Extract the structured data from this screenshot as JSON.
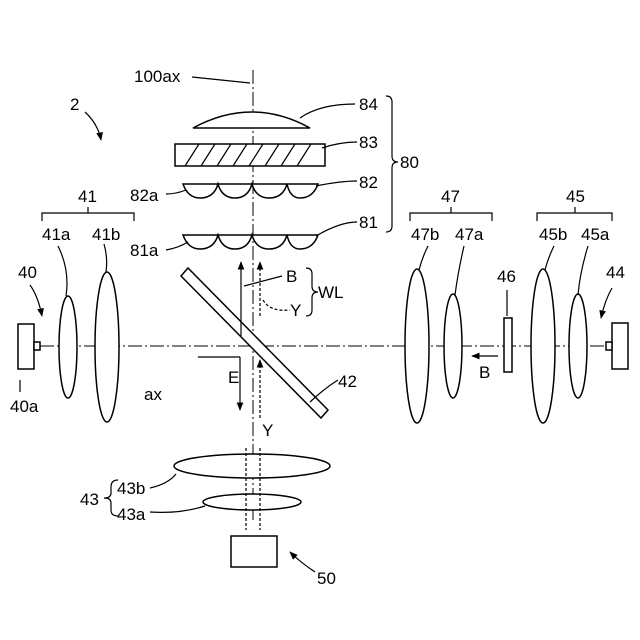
{
  "labels": {
    "system": "2",
    "optical_axis_label": "100ax",
    "axis": "ax",
    "wl": "WL",
    "b_upper": "B",
    "y_upper": "Y",
    "e": "E",
    "y_lower": "Y",
    "b_right": "B",
    "g80": "80",
    "n84": "84",
    "n83": "83",
    "n82": "82",
    "n82a": "82a",
    "n81": "81",
    "n81a": "81a",
    "n41": "41",
    "n41a": "41a",
    "n41b": "41b",
    "n40": "40",
    "n40a": "40a",
    "n42": "42",
    "n43": "43",
    "n43a": "43a",
    "n43b": "43b",
    "n44": "44",
    "n45": "45",
    "n45a": "45a",
    "n45b": "45b",
    "n46": "46",
    "n47": "47",
    "n47a": "47a",
    "n47b": "47b",
    "n50": "50"
  }
}
